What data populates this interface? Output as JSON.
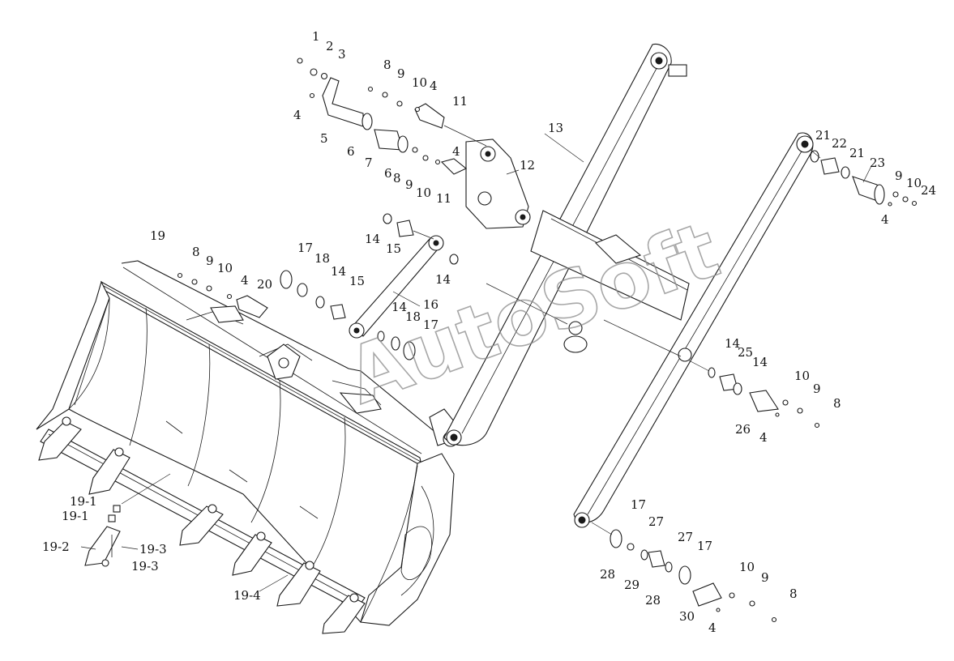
{
  "diagram": {
    "watermark": "AutoSoft",
    "callouts": [
      {
        "id": "c1",
        "text": "1"
      },
      {
        "id": "c2",
        "text": "2"
      },
      {
        "id": "c3",
        "text": "3"
      },
      {
        "id": "c4a",
        "text": "4"
      },
      {
        "id": "c5",
        "text": "5"
      },
      {
        "id": "c6a",
        "text": "6"
      },
      {
        "id": "c7",
        "text": "7"
      },
      {
        "id": "c6b",
        "text": "6"
      },
      {
        "id": "c8a",
        "text": "8"
      },
      {
        "id": "c9a",
        "text": "9"
      },
      {
        "id": "c10a",
        "text": "10"
      },
      {
        "id": "c11a",
        "text": "11"
      },
      {
        "id": "c8b",
        "text": "8"
      },
      {
        "id": "c9b",
        "text": "9"
      },
      {
        "id": "c10b",
        "text": "10"
      },
      {
        "id": "c4b",
        "text": "4"
      },
      {
        "id": "c11b",
        "text": "11"
      },
      {
        "id": "c4c",
        "text": "4"
      },
      {
        "id": "c12",
        "text": "12"
      },
      {
        "id": "c13",
        "text": "13"
      },
      {
        "id": "c14a",
        "text": "14"
      },
      {
        "id": "c15a",
        "text": "15"
      },
      {
        "id": "c14b",
        "text": "14"
      },
      {
        "id": "c19",
        "text": "19"
      },
      {
        "id": "c8c",
        "text": "8"
      },
      {
        "id": "c9c",
        "text": "9"
      },
      {
        "id": "c10c",
        "text": "10"
      },
      {
        "id": "c17a",
        "text": "17"
      },
      {
        "id": "c18a",
        "text": "18"
      },
      {
        "id": "c14c",
        "text": "14"
      },
      {
        "id": "c4d",
        "text": "4"
      },
      {
        "id": "c20",
        "text": "20"
      },
      {
        "id": "c15b",
        "text": "15"
      },
      {
        "id": "c14d",
        "text": "14"
      },
      {
        "id": "c18b",
        "text": "18"
      },
      {
        "id": "c16",
        "text": "16"
      },
      {
        "id": "c17b",
        "text": "17"
      },
      {
        "id": "c21a",
        "text": "21"
      },
      {
        "id": "c22",
        "text": "22"
      },
      {
        "id": "c21b",
        "text": "21"
      },
      {
        "id": "c23",
        "text": "23"
      },
      {
        "id": "c9d",
        "text": "9"
      },
      {
        "id": "c10d",
        "text": "10"
      },
      {
        "id": "c24",
        "text": "24"
      },
      {
        "id": "c4e",
        "text": "4"
      },
      {
        "id": "c14e",
        "text": "14"
      },
      {
        "id": "c25",
        "text": "25"
      },
      {
        "id": "c14f",
        "text": "14"
      },
      {
        "id": "c10e",
        "text": "10"
      },
      {
        "id": "c9e",
        "text": "9"
      },
      {
        "id": "c8d",
        "text": "8"
      },
      {
        "id": "c26",
        "text": "26"
      },
      {
        "id": "c4f",
        "text": "4"
      },
      {
        "id": "c19_1a",
        "text": "19-1"
      },
      {
        "id": "c19_1b",
        "text": "19-1"
      },
      {
        "id": "c19_2",
        "text": "19-2"
      },
      {
        "id": "c19_3a",
        "text": "19-3"
      },
      {
        "id": "c19_3b",
        "text": "19-3"
      },
      {
        "id": "c19_4",
        "text": "19-4"
      },
      {
        "id": "c17c",
        "text": "17"
      },
      {
        "id": "c27a",
        "text": "27"
      },
      {
        "id": "c27b",
        "text": "27"
      },
      {
        "id": "c17d",
        "text": "17"
      },
      {
        "id": "c28a",
        "text": "28"
      },
      {
        "id": "c29",
        "text": "29"
      },
      {
        "id": "c28b",
        "text": "28"
      },
      {
        "id": "c10f",
        "text": "10"
      },
      {
        "id": "c9f",
        "text": "9"
      },
      {
        "id": "c8e",
        "text": "8"
      },
      {
        "id": "c30",
        "text": "30"
      },
      {
        "id": "c4g",
        "text": "4"
      }
    ]
  }
}
